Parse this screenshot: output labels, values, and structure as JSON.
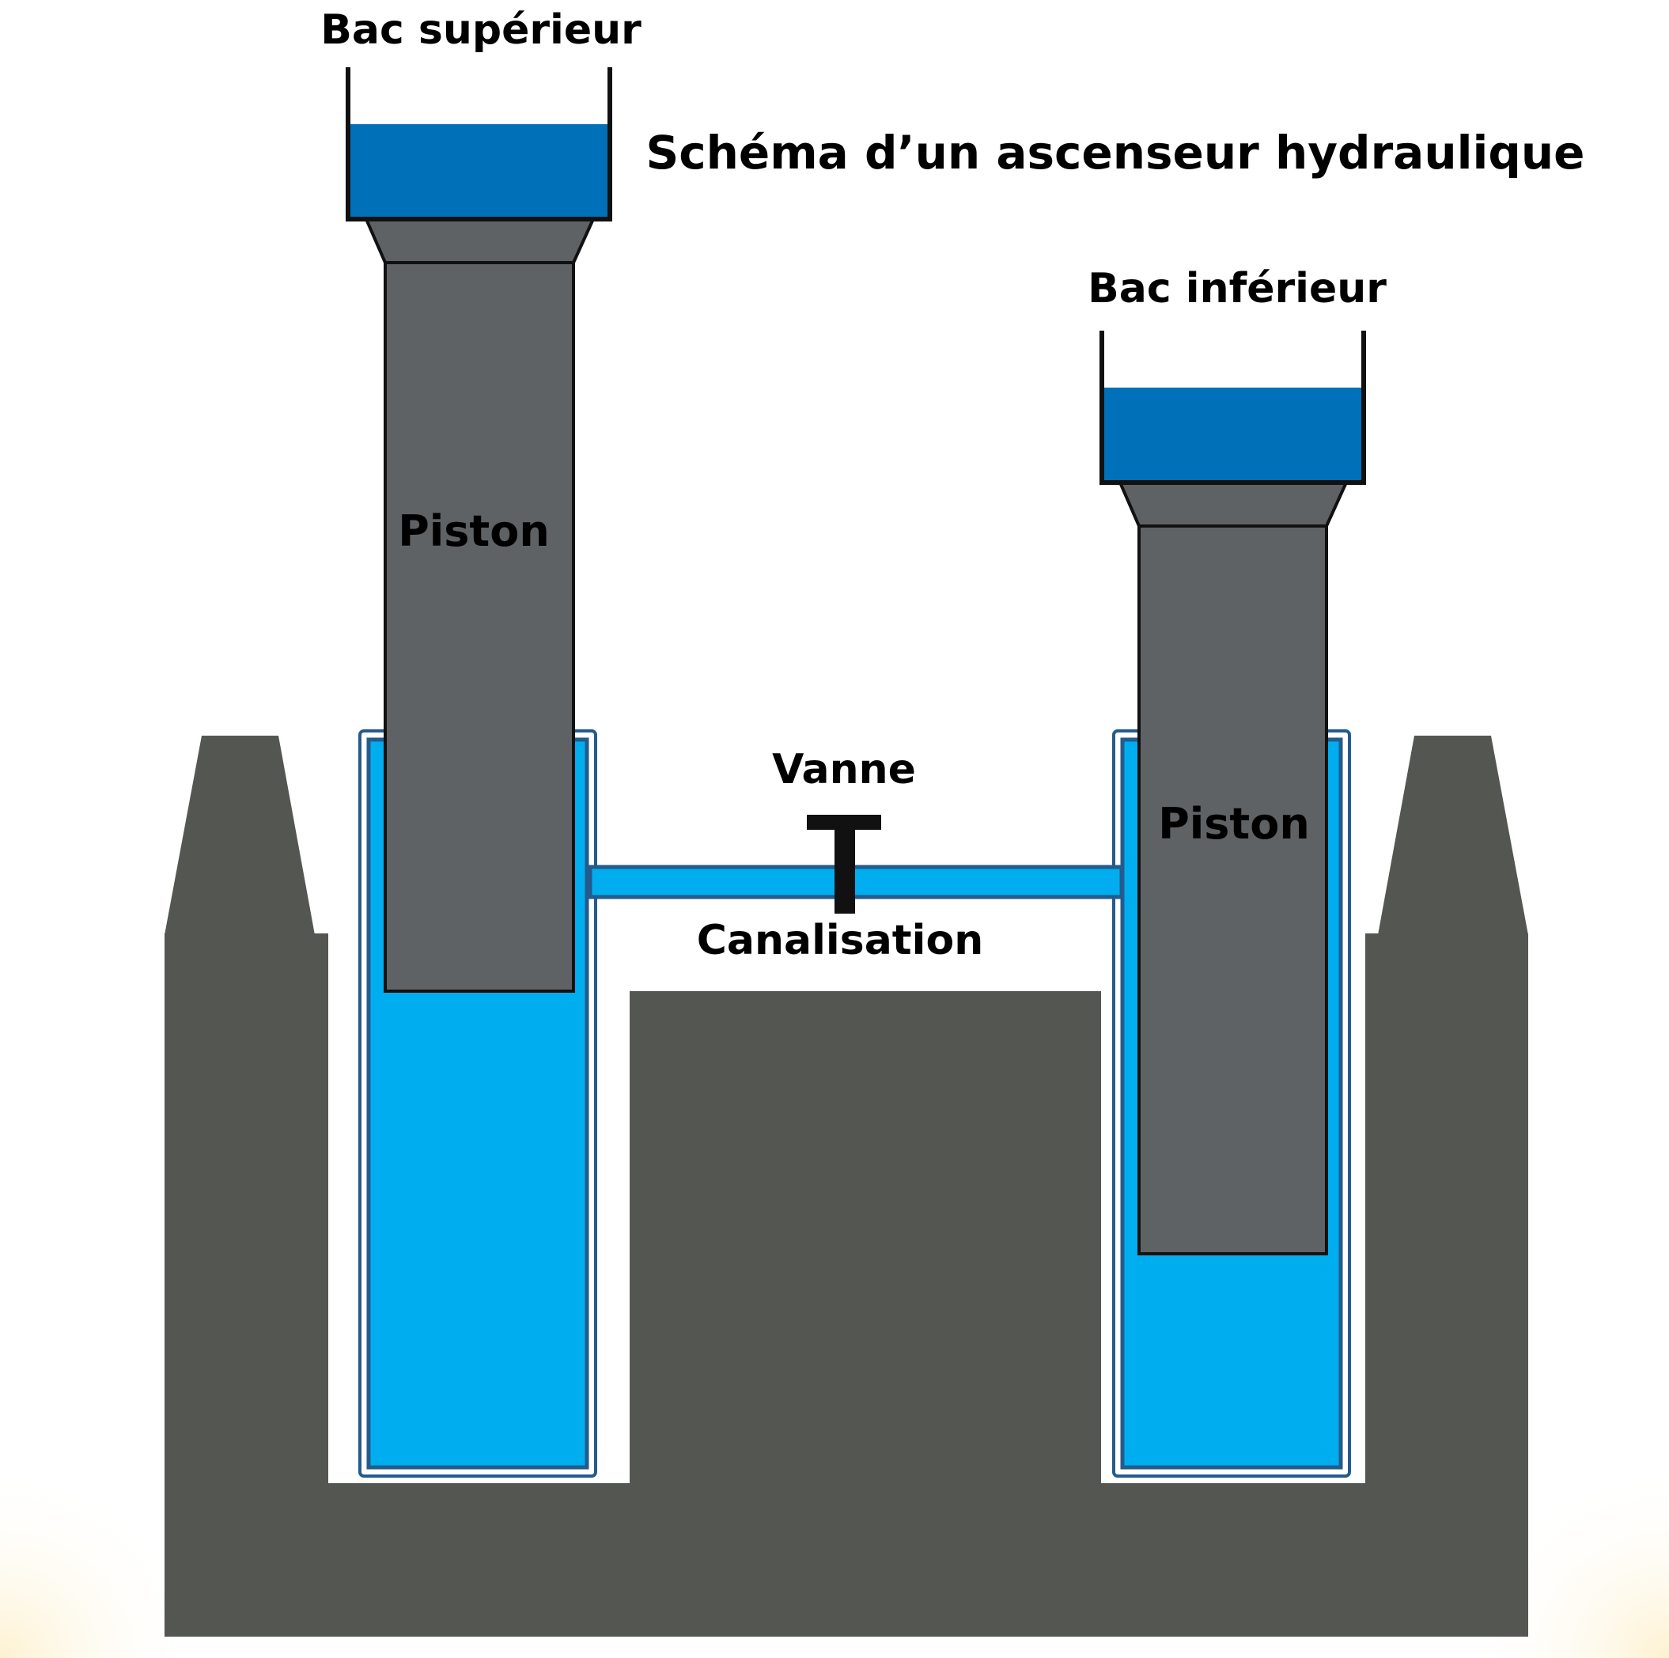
{
  "diagram": {
    "title": "Schéma d’un ascenseur hydraulique",
    "labels": {
      "bac_superieur": "Bac supérieur",
      "bac_inferieur": "Bac inférieur",
      "piston_left": "Piston",
      "piston_right": "Piston",
      "vanne": "Vanne",
      "canalisation": "Canalisation"
    }
  },
  "colors": {
    "background": "#ffffff",
    "ground": "#545651",
    "piston": "#5f6265",
    "piston_cap": "#5f6265",
    "water_light": "#00aeef",
    "water_dark": "#0070b9",
    "chamber_border": "#245b8c",
    "valve": "#111111",
    "outline": "#111111",
    "bottom_glow": "#fdf3d6"
  }
}
